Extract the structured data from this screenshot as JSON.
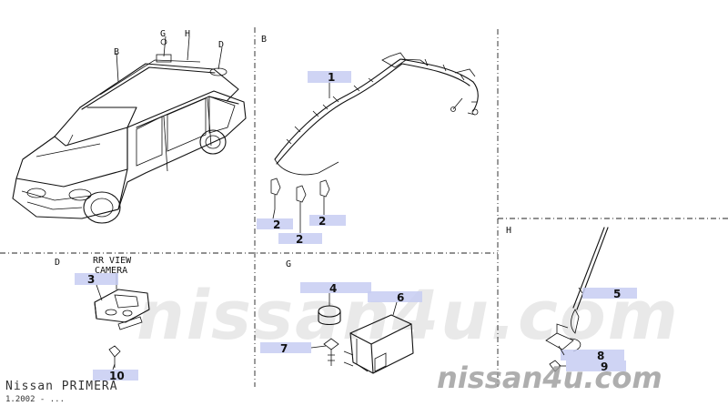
{
  "sections": {
    "B": "B",
    "D": "D",
    "G": "G",
    "H": "H"
  },
  "car_callouts": {
    "g": "G",
    "h": "H",
    "d": "D",
    "b": "B"
  },
  "rear_view_label": {
    "line1": "RR VIEW",
    "line2": "CAMERA"
  },
  "parts": [
    {
      "ref": "1"
    },
    {
      "ref": "2"
    },
    {
      "ref": "2"
    },
    {
      "ref": "2"
    },
    {
      "ref": "3"
    },
    {
      "ref": "4"
    },
    {
      "ref": "5"
    },
    {
      "ref": "6"
    },
    {
      "ref": "7"
    },
    {
      "ref": "8"
    },
    {
      "ref": "9"
    },
    {
      "ref": "10"
    }
  ],
  "watermark": {
    "large": "nissan4u.com",
    "small": "nissan4u.com"
  },
  "footer": {
    "model": "Nissan PRIMERA",
    "date": "1.2002 - ..."
  },
  "colors": {
    "tag_fill": "#c7cdf2",
    "line": "#111111",
    "watermark": "#9a9a9a"
  }
}
